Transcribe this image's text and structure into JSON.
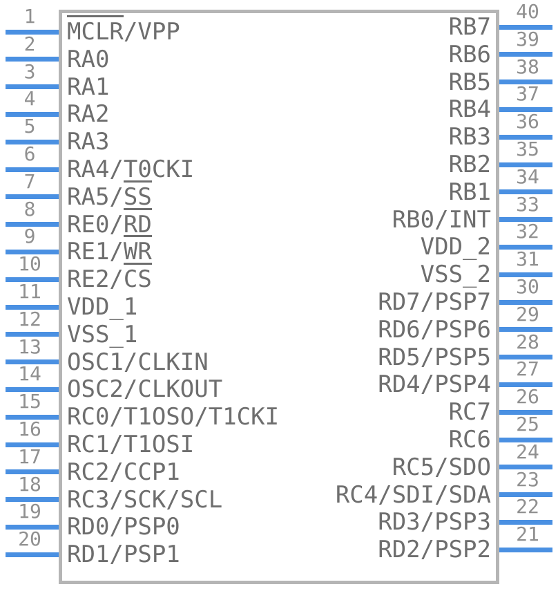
{
  "component": {
    "package": "40-pin dual-in-line symbol",
    "colors": {
      "pin_line": "#4a90e2",
      "body_border": "#b5b5b5",
      "pin_name": "#6e6e6e",
      "pin_number": "#909090",
      "background": "#ffffff"
    },
    "left_pins": [
      {
        "number": "1",
        "name_segments": [
          {
            "text": "MCLR",
            "overline": true
          },
          {
            "text": "/VPP"
          }
        ]
      },
      {
        "number": "2",
        "name_segments": [
          {
            "text": "RA0"
          }
        ]
      },
      {
        "number": "3",
        "name_segments": [
          {
            "text": "RA1"
          }
        ]
      },
      {
        "number": "4",
        "name_segments": [
          {
            "text": "RA2"
          }
        ]
      },
      {
        "number": "5",
        "name_segments": [
          {
            "text": "RA3"
          }
        ]
      },
      {
        "number": "6",
        "name_segments": [
          {
            "text": "RA4/T0CKI"
          }
        ]
      },
      {
        "number": "7",
        "name_segments": [
          {
            "text": "RA5/"
          },
          {
            "text": "SS",
            "overline": true
          }
        ]
      },
      {
        "number": "8",
        "name_segments": [
          {
            "text": "RE0/"
          },
          {
            "text": "RD",
            "overline": true
          }
        ]
      },
      {
        "number": "9",
        "name_segments": [
          {
            "text": "RE1/"
          },
          {
            "text": "WR",
            "overline": true
          }
        ]
      },
      {
        "number": "10",
        "name_segments": [
          {
            "text": "RE2/"
          },
          {
            "text": "CS",
            "overline": true
          }
        ]
      },
      {
        "number": "11",
        "name_segments": [
          {
            "text": "VDD_1"
          }
        ]
      },
      {
        "number": "12",
        "name_segments": [
          {
            "text": "VSS_1"
          }
        ]
      },
      {
        "number": "13",
        "name_segments": [
          {
            "text": "OSC1/CLKIN"
          }
        ]
      },
      {
        "number": "14",
        "name_segments": [
          {
            "text": "OSC2/CLKOUT"
          }
        ]
      },
      {
        "number": "15",
        "name_segments": [
          {
            "text": "RC0/T1OSO/T1CKI"
          }
        ]
      },
      {
        "number": "16",
        "name_segments": [
          {
            "text": "RC1/T1OSI"
          }
        ]
      },
      {
        "number": "17",
        "name_segments": [
          {
            "text": "RC2/CCP1"
          }
        ]
      },
      {
        "number": "18",
        "name_segments": [
          {
            "text": "RC3/SCK/SCL"
          }
        ]
      },
      {
        "number": "19",
        "name_segments": [
          {
            "text": "RD0/PSP0"
          }
        ]
      },
      {
        "number": "20",
        "name_segments": [
          {
            "text": "RD1/PSP1"
          }
        ]
      }
    ],
    "right_pins": [
      {
        "number": "40",
        "name_segments": [
          {
            "text": "RB7"
          }
        ]
      },
      {
        "number": "39",
        "name_segments": [
          {
            "text": "RB6"
          }
        ]
      },
      {
        "number": "38",
        "name_segments": [
          {
            "text": "RB5"
          }
        ]
      },
      {
        "number": "37",
        "name_segments": [
          {
            "text": "RB4"
          }
        ]
      },
      {
        "number": "36",
        "name_segments": [
          {
            "text": "RB3"
          }
        ]
      },
      {
        "number": "35",
        "name_segments": [
          {
            "text": "RB2"
          }
        ]
      },
      {
        "number": "34",
        "name_segments": [
          {
            "text": "RB1"
          }
        ]
      },
      {
        "number": "33",
        "name_segments": [
          {
            "text": "RB0/INT"
          }
        ]
      },
      {
        "number": "32",
        "name_segments": [
          {
            "text": "VDD_2"
          }
        ]
      },
      {
        "number": "31",
        "name_segments": [
          {
            "text": "VSS_2"
          }
        ]
      },
      {
        "number": "30",
        "name_segments": [
          {
            "text": "RD7/PSP7"
          }
        ]
      },
      {
        "number": "29",
        "name_segments": [
          {
            "text": "RD6/PSP6"
          }
        ]
      },
      {
        "number": "28",
        "name_segments": [
          {
            "text": "RD5/PSP5"
          }
        ]
      },
      {
        "number": "27",
        "name_segments": [
          {
            "text": "RD4/PSP4"
          }
        ]
      },
      {
        "number": "26",
        "name_segments": [
          {
            "text": "RC7"
          }
        ]
      },
      {
        "number": "25",
        "name_segments": [
          {
            "text": "RC6"
          }
        ]
      },
      {
        "number": "24",
        "name_segments": [
          {
            "text": "RC5/SDO"
          }
        ]
      },
      {
        "number": "23",
        "name_segments": [
          {
            "text": "RC4/SDI/SDA"
          }
        ]
      },
      {
        "number": "22",
        "name_segments": [
          {
            "text": "RD3/PSP3"
          }
        ]
      },
      {
        "number": "21",
        "name_segments": [
          {
            "text": "RD2/PSP2"
          }
        ]
      }
    ]
  }
}
